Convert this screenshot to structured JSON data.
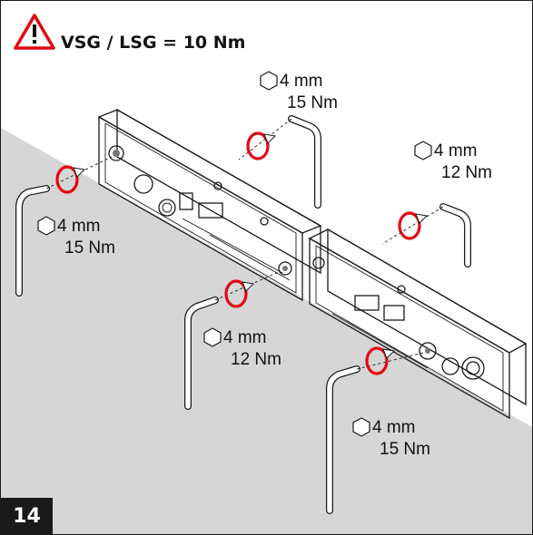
{
  "warning": {
    "icon": "warning-triangle-icon",
    "label": "VSG / LSG = 10 Nm",
    "color": "#e30613"
  },
  "specs": [
    {
      "hex_icon": "hex-key-icon",
      "size": "4 mm",
      "torque": "15 Nm"
    },
    {
      "hex_icon": "hex-key-icon",
      "size": "4 mm",
      "torque": "12 Nm"
    },
    {
      "hex_icon": "hex-key-icon",
      "size": "4 mm",
      "torque": "15 Nm"
    },
    {
      "hex_icon": "hex-key-icon",
      "size": "4 mm",
      "torque": "12 Nm"
    },
    {
      "hex_icon": "hex-key-icon",
      "size": "4 mm",
      "torque": "15 Nm"
    }
  ],
  "step": {
    "number": "14"
  },
  "colors": {
    "accent": "#e30613",
    "wall": "#d6d6d6",
    "ink": "#1a1a1a"
  }
}
